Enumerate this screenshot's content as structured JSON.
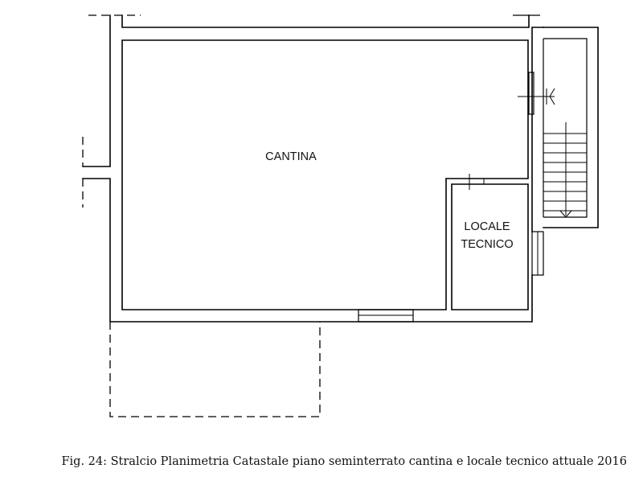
{
  "rooms": {
    "cantina": "CANTINA",
    "locale_line1": "LOCALE",
    "locale_line2": "TECNICO"
  },
  "caption": "Fig. 24: Stralcio Planimetria Catastale piano seminterrato cantina e locale tecnico attuale 2016"
}
